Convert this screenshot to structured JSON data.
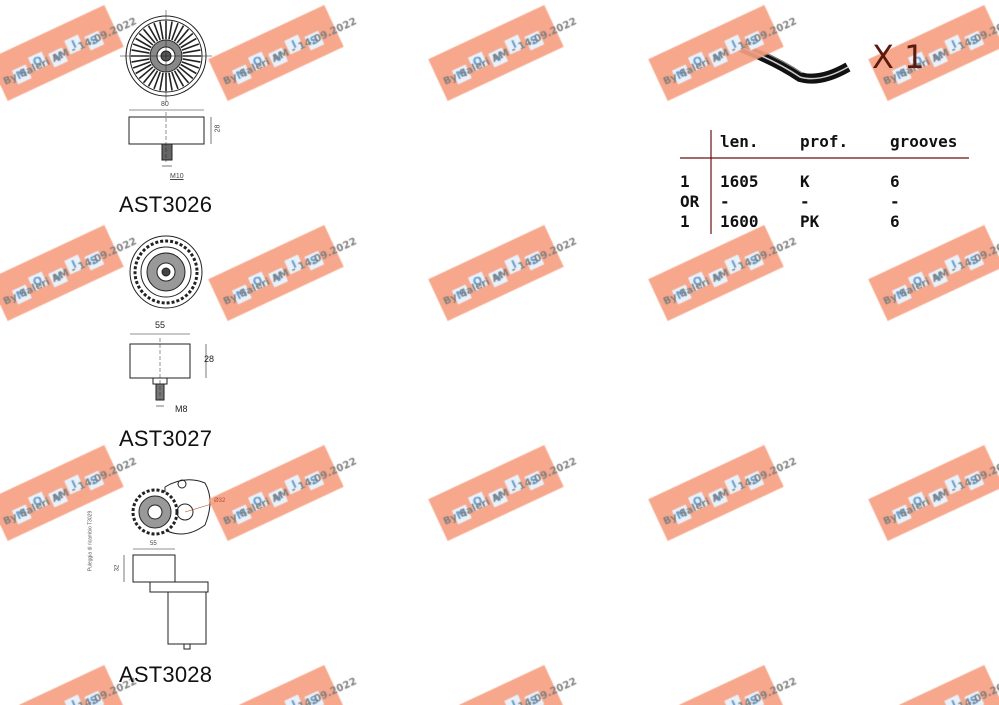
{
  "parts": [
    {
      "code": "AST3026",
      "dims": {
        "width": "80",
        "height": "28",
        "thread": "M10"
      }
    },
    {
      "code": "AST3027",
      "dims": {
        "width": "55",
        "height": "28",
        "thread": "M8"
      }
    },
    {
      "code": "AST3028",
      "dims": {
        "width": "55",
        "height": "32",
        "dia": "Ø32",
        "side_note": "Puleggia di ricambio T3029"
      }
    }
  ],
  "belt": {
    "quantity": "X 1",
    "headers": [
      "",
      "len.",
      "prof.",
      "grooves"
    ],
    "rows": [
      [
        "1",
        "1605",
        "K",
        "6"
      ],
      [
        "OR",
        "-",
        "-",
        "-"
      ],
      [
        "1",
        "1600",
        "PK",
        "6"
      ]
    ]
  },
  "watermark": {
    "letters": [
      "M",
      "O",
      "V",
      "I",
      "S"
    ],
    "text": "By Saleri AM - 14.09.2022",
    "color": "#f59f82"
  }
}
